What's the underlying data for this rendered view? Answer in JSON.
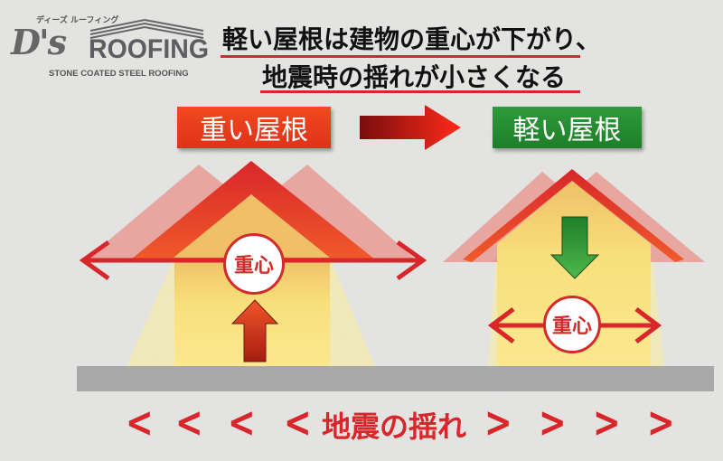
{
  "logo": {
    "kana": "ディーズ ルーフィング",
    "mark": "D's",
    "word": "ROOFING",
    "tagline": "STONE COATED STEEL ROOFING"
  },
  "headline": {
    "line1": "軽い屋根は建物の重心が下がり、",
    "line2": "地震時の揺れが小さくなる"
  },
  "heavy_roof_label": "重い屋根",
  "light_roof_label": "軽い屋根",
  "center_of_gravity_label": "重心",
  "earthquake_label": "地震の揺れ",
  "chevron_left": "<",
  "chevron_right": ">",
  "colors": {
    "red": "#d8262a",
    "orange": "#f04a1e",
    "green": "#2a8f35",
    "wall": "#f7df7a",
    "ground": "#a8a8a8"
  }
}
